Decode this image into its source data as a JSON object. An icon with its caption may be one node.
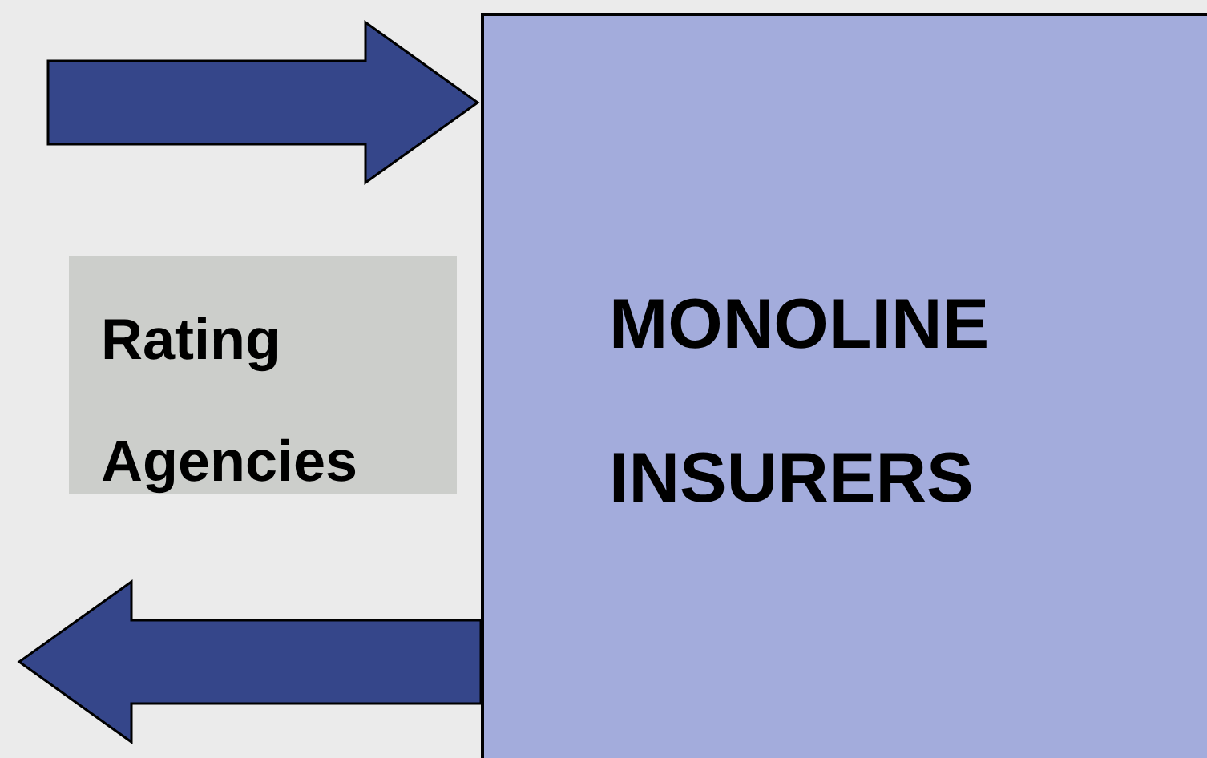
{
  "diagram": {
    "nodes": [
      {
        "text": [
          "Rating Agencies"
        ]
      },
      {
        "text": [
          "MONOLINE INSURERS"
        ]
      }
    ],
    "edges": [
      {
        "from": null,
        "to": 1,
        "arrow": "to",
        "style": "thick"
      },
      {
        "from": 1,
        "to": null,
        "arrow": "to",
        "style": "thick"
      }
    ]
  }
}
